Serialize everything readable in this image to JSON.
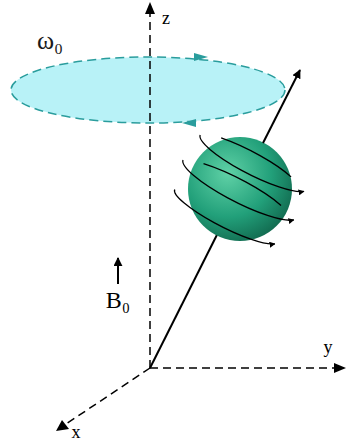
{
  "diagram": {
    "labels": [
      "ω₀",
      "z",
      "y",
      "B₀",
      "x"
    ]
  }
}
